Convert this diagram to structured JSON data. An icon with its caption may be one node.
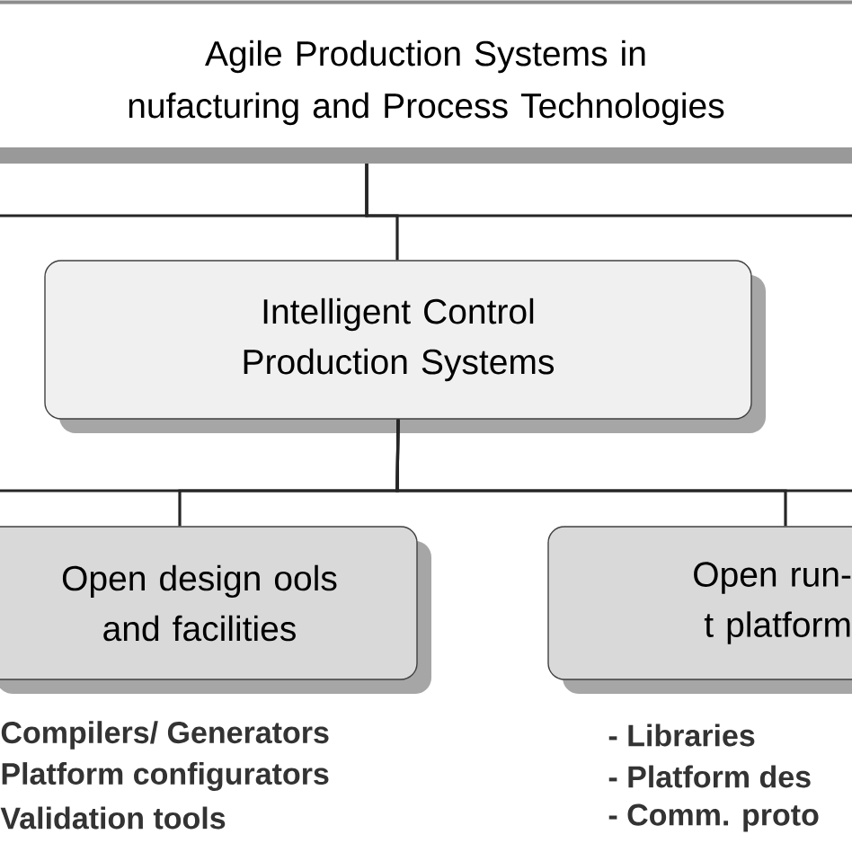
{
  "diagram": {
    "nodes": [
      {
        "text": [
          "Agile Production Systems in nufacturing and Process Technologies"
        ]
      },
      {
        "text": [
          "Intelligent Control Production Systems"
        ]
      },
      {
        "text": [
          "Open design ools and facilities"
        ]
      },
      {
        "text": [
          "Open run-t platform"
        ]
      }
    ],
    "edges": [
      {
        "from": 0,
        "to": 1,
        "arrow": "none"
      },
      {
        "from": 0,
        "to": null,
        "arrow": "none"
      },
      {
        "from": 0,
        "to": null,
        "arrow": "none"
      },
      {
        "from": 1,
        "to": 2,
        "arrow": "none"
      },
      {
        "from": 1,
        "to": 3,
        "arrow": "none"
      },
      {
        "from": 1,
        "to": null,
        "arrow": "none"
      },
      {
        "from": 1,
        "to": null,
        "arrow": "none"
      }
    ],
    "labels": [
      "Compilers/ Generators",
      "- Libraries",
      "Platform configurators",
      "- Platform des",
      "Validation tools",
      "- Comm. proto"
    ]
  }
}
